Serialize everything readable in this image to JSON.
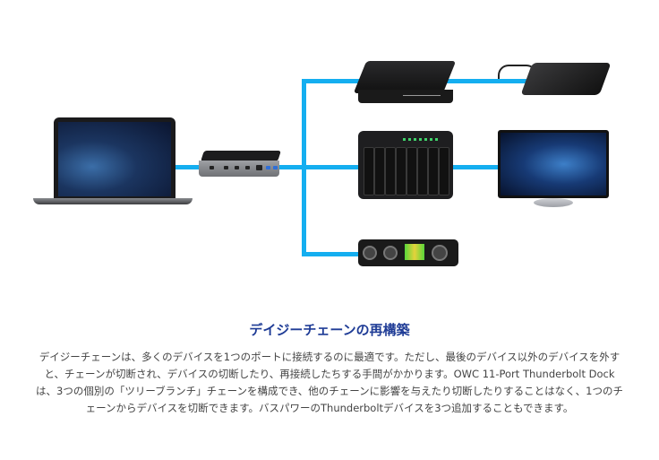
{
  "diagram": {
    "line_color": "#14aef0",
    "nodes": [
      "laptop",
      "thunderbolt-dock",
      "external-drive",
      "portable-ssd",
      "raid-enclosure",
      "curved-monitor",
      "audio-interface"
    ]
  },
  "section": {
    "title": "デイジーチェーンの再構築",
    "lines": [
      "デイジーチェーンは、多くのデバイスを1つのポートに接続するのに最適です。ただし、最後のデバイス以外のデバイスを外す",
      "と、チェーンが切断され、デバイスの切断したり、再接続したちする手間がかかります。OWC 11-Port Thunderbolt Dock",
      "は、3つの個別の「ツリーブランチ」チェーンを構成でき、他のチェーンに影響を与えたり切断したりすることはなく、1つのチ",
      "ェーンからデバイスを切断できます。バスパワーのThunderboltデバイスを3つ追加することもできます。"
    ]
  }
}
